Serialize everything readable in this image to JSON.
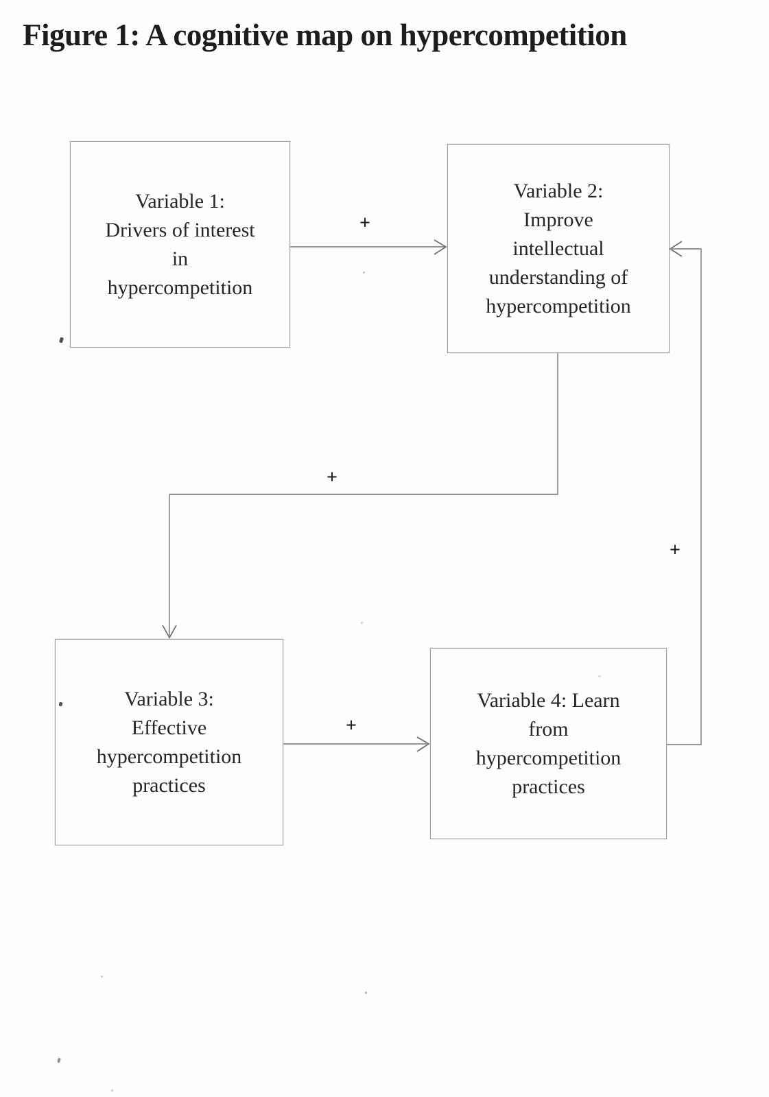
{
  "figure": {
    "title": "Figure 1: A cognitive map on hypercompetition",
    "type": "cognitive-map-flow-diagram"
  },
  "nodes": [
    {
      "id": "variable-1",
      "label": "Variable 1:\nDrivers of interest\nin\nhypercompetition"
    },
    {
      "id": "variable-2",
      "label": "Variable 2:\nImprove\nintellectual\nunderstanding of\nhypercompetition"
    },
    {
      "id": "variable-3",
      "label": "Variable 3:\nEffective\nhypercompetition\npractices"
    },
    {
      "id": "variable-4",
      "label": "Variable 4: Learn\nfrom\nhypercompetition\npractices"
    }
  ],
  "edges": [
    {
      "from": "variable-1",
      "to": "variable-2",
      "sign": "+",
      "route": "straight-right"
    },
    {
      "from": "variable-2",
      "to": "variable-3",
      "sign": "+",
      "route": "down-left-down"
    },
    {
      "from": "variable-3",
      "to": "variable-4",
      "sign": "+",
      "route": "straight-right"
    },
    {
      "from": "variable-4",
      "to": "variable-2",
      "sign": "+",
      "route": "right-up-left"
    }
  ],
  "colors": {
    "background": "#fdfdfd",
    "box_border": "#a0a0a0",
    "connector_line": "#757575",
    "text": "#262626",
    "title_text": "#1d1d1d",
    "plus_sign": "#1c1c1c"
  }
}
